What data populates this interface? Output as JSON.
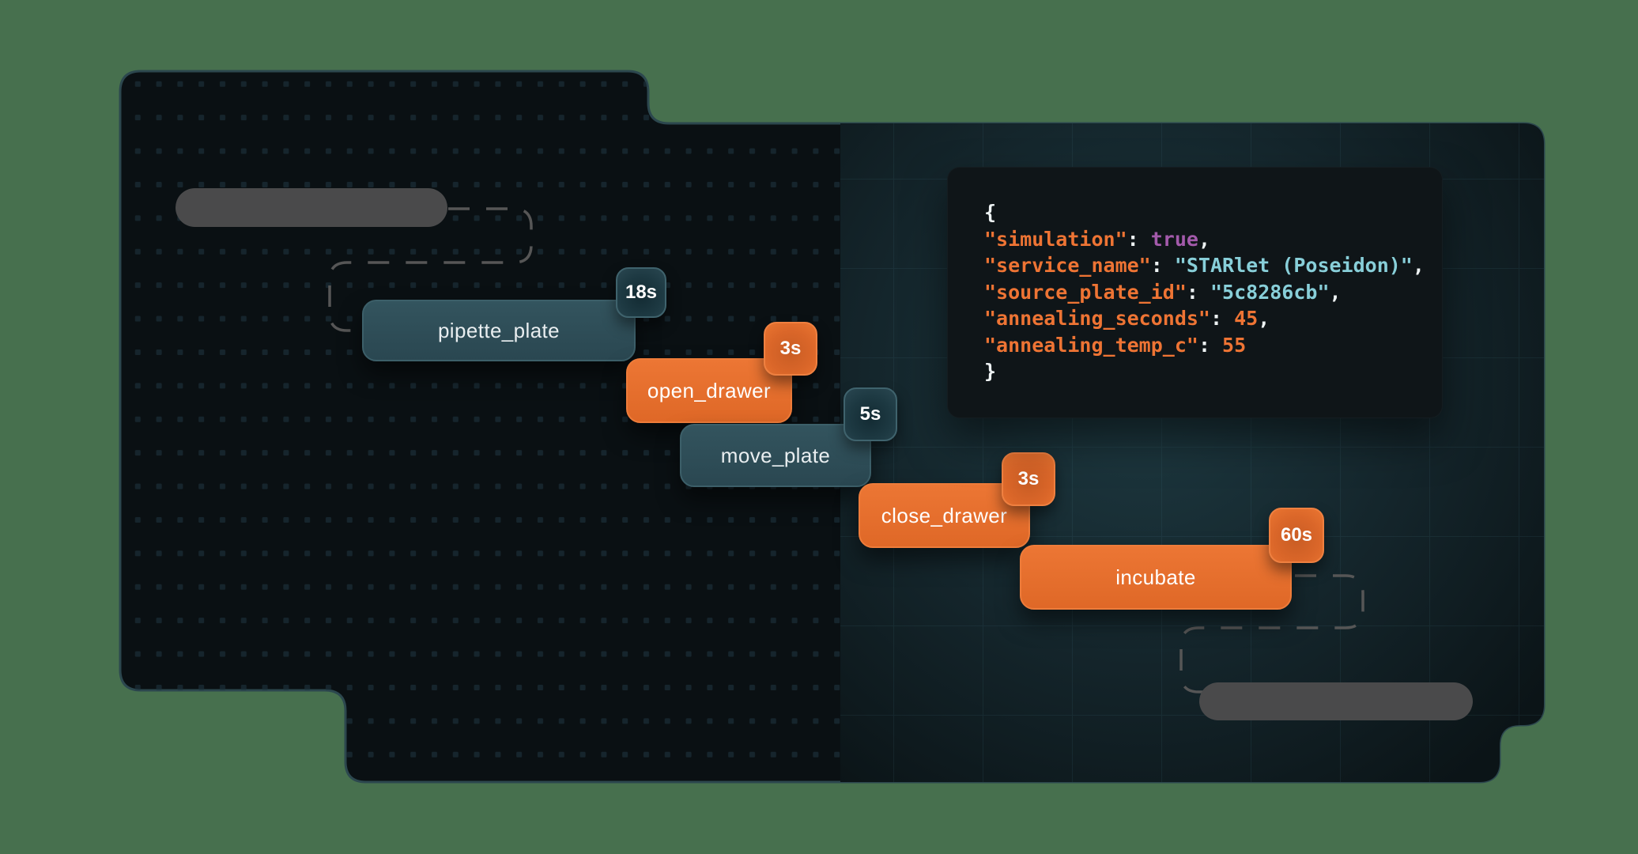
{
  "tasks": [
    {
      "label": "pipette_plate",
      "duration": "18s",
      "color": "teal"
    },
    {
      "label": "open_drawer",
      "duration": "3s",
      "color": "orange"
    },
    {
      "label": "move_plate",
      "duration": "5s",
      "color": "teal"
    },
    {
      "label": "close_drawer",
      "duration": "3s",
      "color": "orange"
    },
    {
      "label": "incubate",
      "duration": "60s",
      "color": "orange"
    }
  ],
  "code_panel": {
    "lines": [
      [
        {
          "t": "{",
          "c": "punct"
        }
      ],
      [
        {
          "t": "\"simulation\"",
          "c": "key"
        },
        {
          "t": ": ",
          "c": "punct"
        },
        {
          "t": "true",
          "c": "bool"
        },
        {
          "t": ",",
          "c": "punct"
        }
      ],
      [
        {
          "t": "\"service_name\"",
          "c": "key"
        },
        {
          "t": ": ",
          "c": "punct"
        },
        {
          "t": "\"STARlet (Poseidon)\"",
          "c": "string"
        },
        {
          "t": ",",
          "c": "punct"
        }
      ],
      [
        {
          "t": "\"source_plate_id\"",
          "c": "key"
        },
        {
          "t": ": ",
          "c": "punct"
        },
        {
          "t": "\"5c8286cb\"",
          "c": "string"
        },
        {
          "t": ",",
          "c": "punct"
        }
      ],
      [
        {
          "t": "\"annealing_seconds\"",
          "c": "key"
        },
        {
          "t": ": ",
          "c": "punct"
        },
        {
          "t": "45",
          "c": "number"
        },
        {
          "t": ",",
          "c": "punct"
        }
      ],
      [
        {
          "t": "\"annealing_temp_c\"",
          "c": "key"
        },
        {
          "t": ": ",
          "c": "punct"
        },
        {
          "t": "55",
          "c": "number"
        }
      ],
      [
        {
          "t": "}",
          "c": "punct"
        }
      ]
    ]
  },
  "colors": {
    "background_green": "#47704e",
    "panel_fill": "#0a1013",
    "panel_border": "#2c474e",
    "teal_block": "#2d4d57",
    "orange_block": "#e56f2d",
    "placeholder_gray": "#4a4a4b",
    "code_key_orange": "#ee7434",
    "code_string_cyan": "#88cfd9",
    "code_boolean_purple": "#a35aab",
    "code_number_orange": "#ef7434"
  }
}
